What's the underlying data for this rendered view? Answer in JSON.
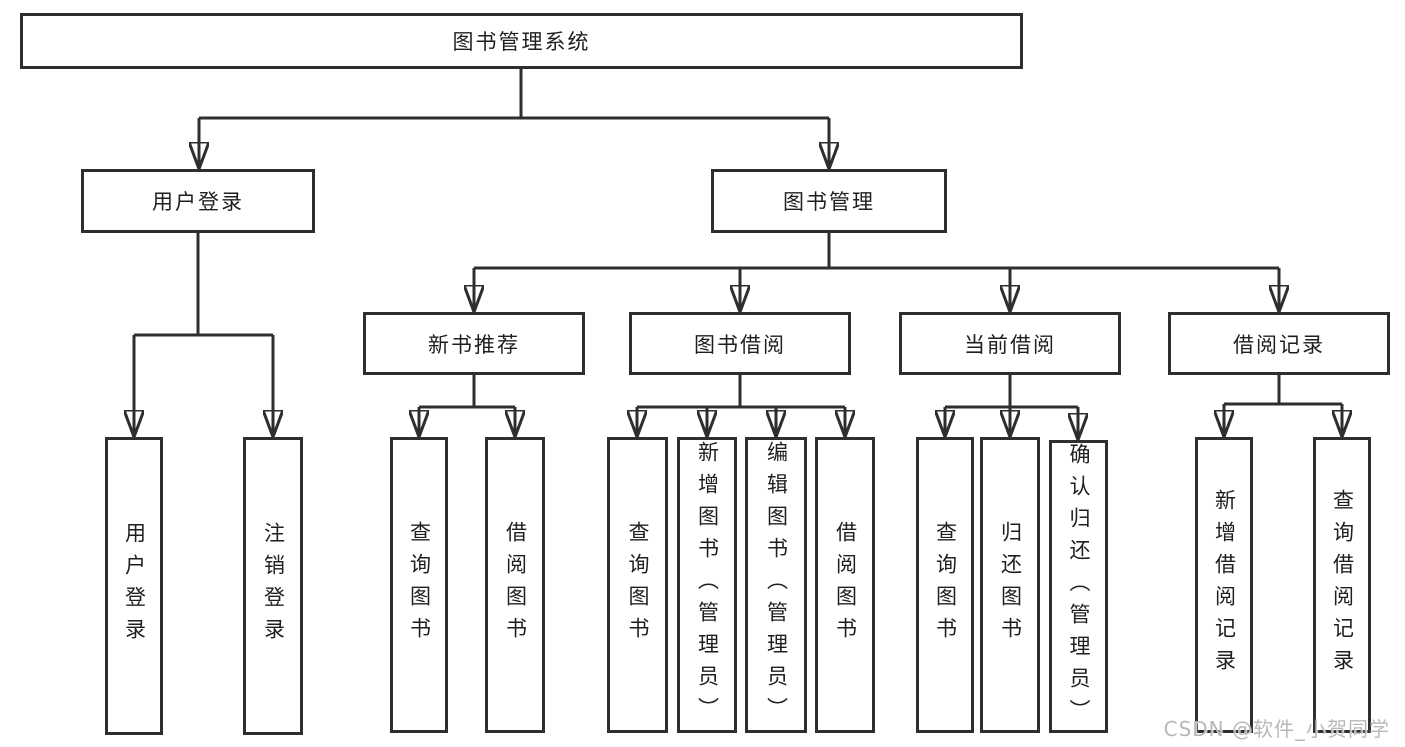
{
  "diagram": {
    "root": "图书管理系统",
    "level2": {
      "user_login": "用户登录",
      "book_management": "图书管理"
    },
    "level3": {
      "new_book_recommend": "新书推荐",
      "book_borrow": "图书借阅",
      "current_borrow": "当前借阅",
      "borrow_records": "借阅记录"
    },
    "leaves": {
      "user": [
        "用户登录",
        "注销登录"
      ],
      "new_book": [
        "查询图书",
        "借阅图书"
      ],
      "borrow": [
        "查询图书",
        "新增图书（管理员）",
        "编辑图书（管理员）",
        "借阅图书"
      ],
      "current": [
        "查询图书",
        "归还图书",
        "确认归还（管理员）"
      ],
      "records": [
        "新增借阅记录",
        "查询借阅记录"
      ]
    }
  },
  "watermark": "CSDN @软件_小贺同学",
  "colors": {
    "line": "#2e2e2e",
    "text": "#1f1f1f",
    "background": "#ffffff",
    "watermark": "#b8b8b8"
  }
}
